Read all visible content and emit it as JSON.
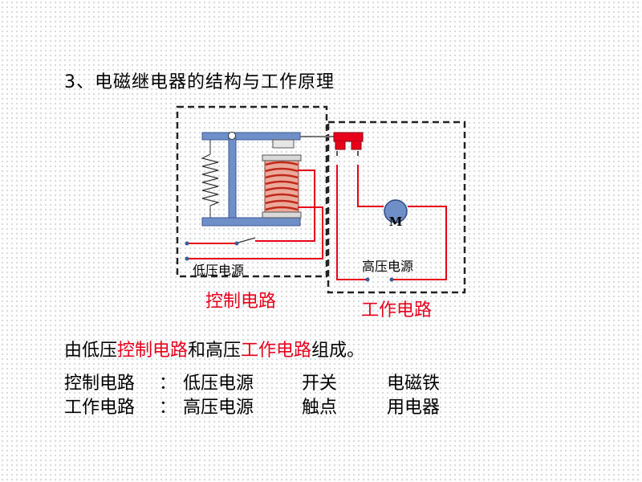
{
  "heading": "3、电磁继电器的结构与工作原理",
  "diagram": {
    "low_voltage_source": "低压电源",
    "high_voltage_source": "高压电源",
    "control_circuit_label": "控制电路",
    "working_circuit_label": "工作电路",
    "motor_symbol": "M"
  },
  "intro": {
    "p1": "由低压",
    "p2": "控制电路",
    "p3": "和高压",
    "p4": "工作电路",
    "p5": "组成。"
  },
  "rows": [
    {
      "name": "控制电路",
      "sep": "：",
      "c1": "低压电源",
      "c2": "开关",
      "c3": "电磁铁"
    },
    {
      "name": "工作电路",
      "sep": "：",
      "c1": "高压电源",
      "c2": "触点",
      "c3": "用电器"
    }
  ],
  "colors": {
    "accent": "#e8001a",
    "frame": "#6f8fc8",
    "wire": "#e8001a"
  }
}
